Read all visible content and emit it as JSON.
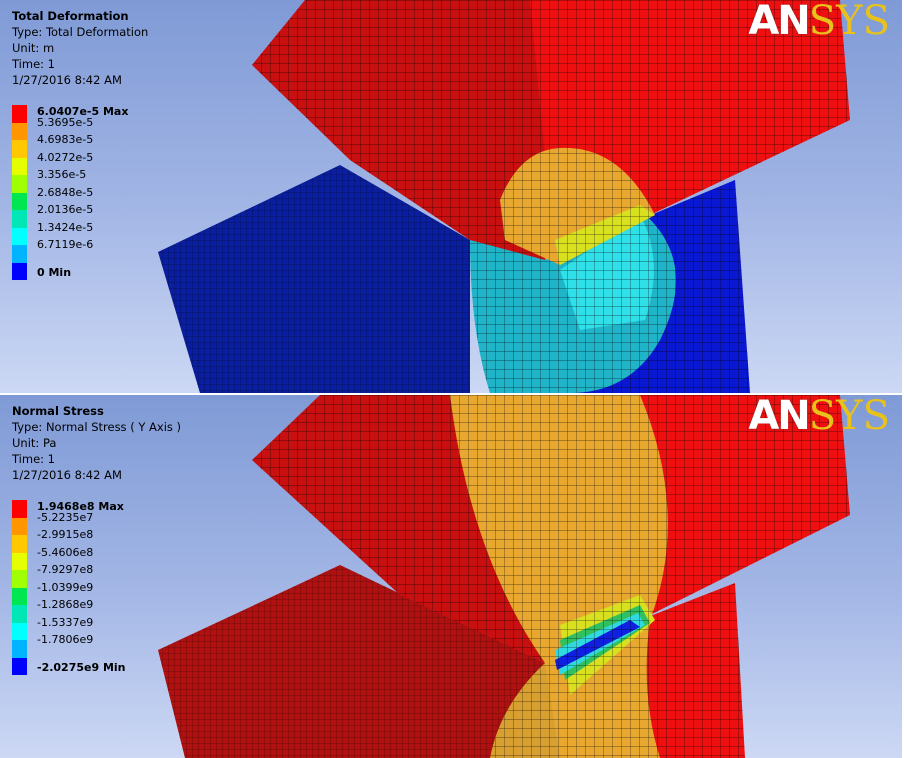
{
  "top": {
    "title": "Total Deformation",
    "type": "Type: Total Deformation",
    "unit": "Unit: m",
    "time": "Time: 1",
    "date": "1/27/2016 8:42 AM",
    "legend": [
      "6.0407e-5 Max",
      "5.3695e-5",
      "4.6983e-5",
      "4.0272e-5",
      "3.356e-5",
      "2.6848e-5",
      "2.0136e-5",
      "1.3424e-5",
      "6.7119e-6",
      "0 Min"
    ]
  },
  "bottom": {
    "title": "Normal Stress",
    "type": "Type: Normal Stress ( Y Axis )",
    "unit": "Unit: Pa",
    "time": "Time: 1",
    "date": "1/27/2016 8:42 AM",
    "legend": [
      "1.9468e8 Max",
      "-5.2235e7",
      "-2.9915e8",
      "-5.4606e8",
      "-7.9297e8",
      "-1.0399e9",
      "-1.2868e9",
      "-1.5337e9",
      "-1.7806e9",
      "-2.0275e9 Min"
    ]
  },
  "logo": {
    "an": "AN",
    "sys": "SYS"
  },
  "colors": {
    "legend": [
      "#ff0000",
      "#ff9600",
      "#ffc800",
      "#e6ff00",
      "#a0ff00",
      "#00e650",
      "#00e6b4",
      "#00ffff",
      "#00b4ff",
      "#0000ff"
    ],
    "background_top": "#7f9ad6",
    "background_bottom": "#ccd8f4"
  }
}
